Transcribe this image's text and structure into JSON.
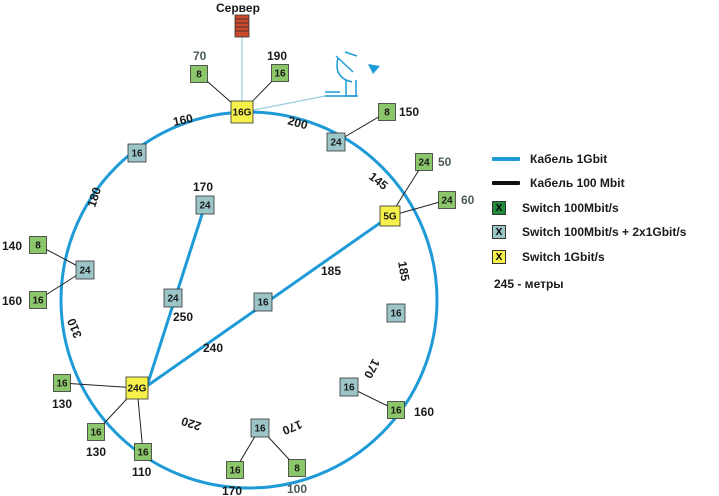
{
  "server_label": "Сервер",
  "legend": {
    "cable_1g": "Кабель 1Gbit",
    "cable_100m": "Кабель 100 Mbit",
    "sw_100": "Switch 100Mbit/s",
    "sw_100_2x1g": "Switch 100Mbit/s + 2x1Gbit/s",
    "sw_1g": "Switch 1Gbit/s",
    "marker": "X",
    "units_note": "245 - метры"
  },
  "colors": {
    "cable_1g": "#1e9bd7",
    "cable_100m": "#111111",
    "green": "#8cc66a",
    "blue_gray": "#9cc5c8",
    "yellow": "#f6f04a",
    "dark_green": "#1f8a3c"
  },
  "switches": {
    "core_top": "16G",
    "core_left": "24G",
    "core_right": "5G",
    "s_top_right": "24",
    "s_upper_left": "16",
    "s_left": "24",
    "s_inner_top": "24",
    "s_inner_mid": "24",
    "s_center": "16",
    "s_right": "16",
    "s_lower_right": "16",
    "s_bottom": "16",
    "leaf_top_a": "8",
    "leaf_top_b": "16",
    "leaf_tr": "8",
    "leaf_r1": "24",
    "leaf_r2": "24",
    "leaf_l1": "8",
    "leaf_l2": "16",
    "leaf_bl1": "16",
    "leaf_bl2": "16",
    "leaf_bl3": "16",
    "leaf_b1": "16",
    "leaf_b2": "8",
    "leaf_lr": "16"
  },
  "distances": {
    "top_a": "70",
    "top_b": "190",
    "tr": "150",
    "r1": "50",
    "r2": "60",
    "l1": "140",
    "l2": "160",
    "bl1": "130",
    "bl2": "130",
    "bl3": "110",
    "b1": "170",
    "b2": "100",
    "lr": "160",
    "ring_160": "160",
    "ring_200": "200",
    "ring_145": "145",
    "ring_185_right": "185",
    "ring_170_right": "170",
    "ring_170_bottom": "170",
    "ring_220": "220",
    "ring_310": "310",
    "ring_180": "180",
    "inner_170": "170",
    "inner_250": "250",
    "inner_240": "240",
    "inner_185": "185"
  }
}
